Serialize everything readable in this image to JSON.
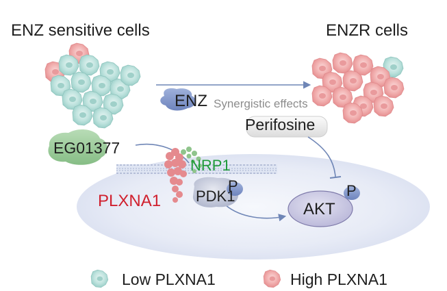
{
  "labels": {
    "enz_sensitive_cells": "ENZ sensitive cells",
    "enzr_cells": "ENZR cells",
    "enz": "ENZ",
    "synergistic_effects": "Synergistic effects",
    "perifosine": "Perifosine",
    "eg01377": "EG01377",
    "nrp1": "NRP1",
    "plxna1": "PLXNA1",
    "pdk1": "PDK1",
    "akt": "AKT",
    "phospho_pdk1": "P",
    "phospho_akt": "P"
  },
  "legend": {
    "low": "Low PLXNA1",
    "high": "High PLXNA1"
  },
  "colors": {
    "low_cell": "#a9d8d2",
    "high_cell": "#ec9a9b",
    "nrp1_text": "#1f9a3a",
    "plxna1_text": "#d0202e",
    "membrane_ellipse": "#dfe5f3",
    "enz_blob": "#7f94c8",
    "eg_blob": "#9bc99a",
    "akt_fill": "#c7c6e2",
    "arrow": "#6f86b6"
  }
}
